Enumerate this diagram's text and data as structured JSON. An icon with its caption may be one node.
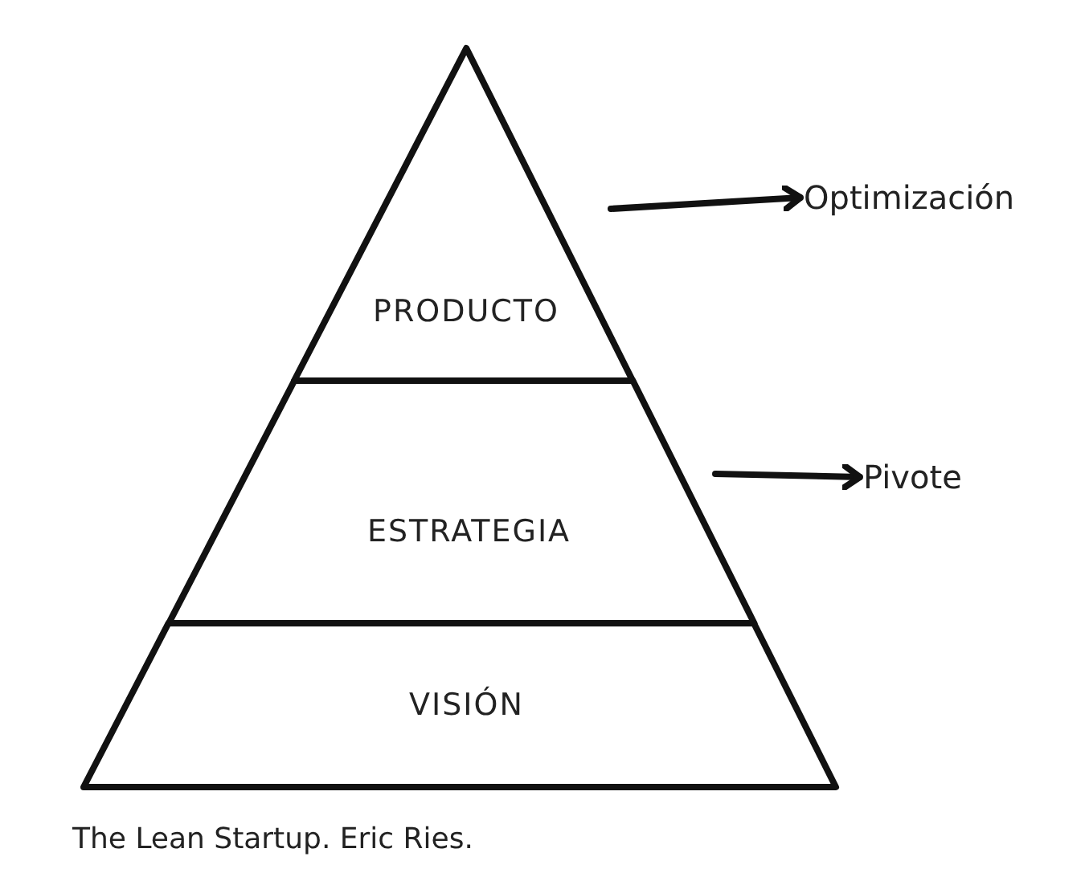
{
  "diagram": {
    "caption": "The Lean Startup. Eric Ries.",
    "nodes": [
      {
        "text": [
          "PRODUCTO"
        ]
      },
      {
        "text": [
          "ESTRATEGIA"
        ]
      },
      {
        "text": [
          "VISIÓN"
        ]
      },
      {
        "text": [
          "Optimización"
        ]
      },
      {
        "text": [
          "Pivote"
        ]
      }
    ],
    "edges": [
      {
        "from": null,
        "to": 3,
        "arrow": "to"
      },
      {
        "from": null,
        "to": 4,
        "arrow": "to"
      }
    ]
  }
}
